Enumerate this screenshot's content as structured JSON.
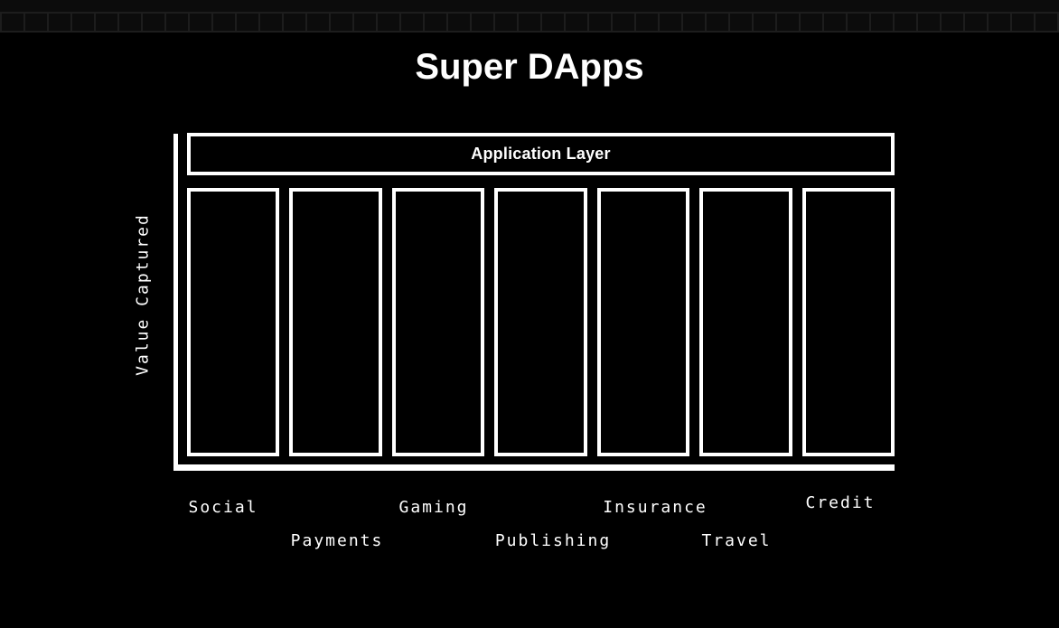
{
  "page": {
    "background_color": "#000000",
    "accent_color": "#ffffff",
    "grid_line_color": "#1d1d1d"
  },
  "title": "Super DApps",
  "diagram": {
    "header_label": "Application Layer",
    "y_axis_label": "Value Captured",
    "categories": [
      "Social",
      "Payments",
      "Gaming",
      "Publishing",
      "Insurance",
      "Travel",
      "Credit"
    ]
  },
  "chart_data": {
    "type": "bar",
    "title": "Super DApps",
    "xlabel": "",
    "ylabel": "Value Captured",
    "categories": [
      "Social",
      "Payments",
      "Gaming",
      "Publishing",
      "Insurance",
      "Travel",
      "Credit"
    ],
    "values": [
      1,
      1,
      1,
      1,
      1,
      1,
      1
    ],
    "annotations": [
      "Application Layer"
    ],
    "layout_hints": {
      "numeric_axis": false,
      "grid": false,
      "legend": false,
      "note": "conceptual diagram: all seven application bars drawn as equal full-height outlined rectangles under a single Application Layer band"
    }
  }
}
